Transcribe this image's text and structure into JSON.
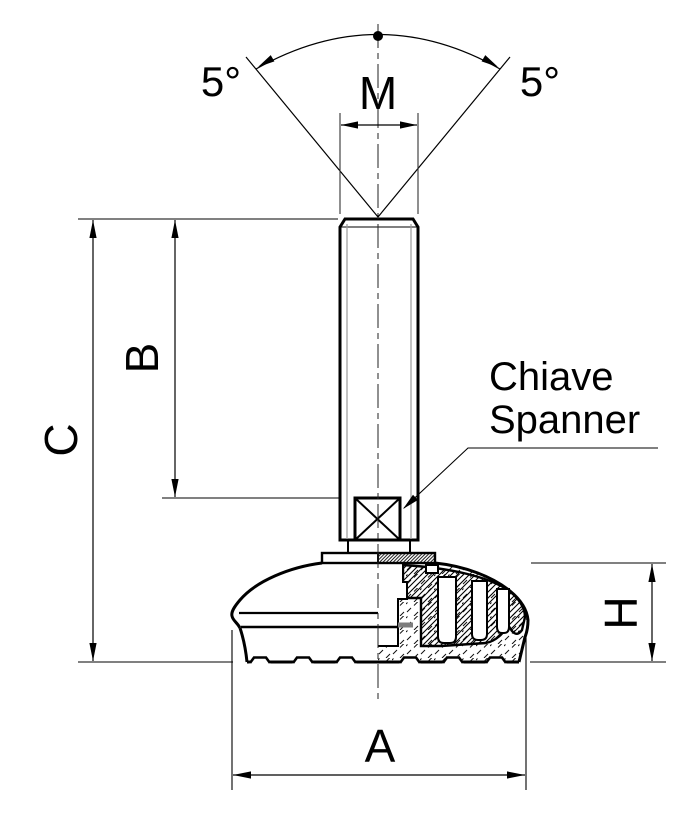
{
  "drawing": {
    "labels": {
      "total_height": "C",
      "thread_length": "B",
      "thread_size": "M",
      "base_height": "H",
      "base_diameter": "A",
      "angle_left": "5°",
      "angle_right": "5°"
    },
    "callout": {
      "line1": "Chiave",
      "line2": "Spanner"
    },
    "colors": {
      "line": "#000000",
      "background": "#ffffff",
      "thread_gray": "#9a9a9a",
      "stub_gray": "#7d7d7d"
    }
  }
}
